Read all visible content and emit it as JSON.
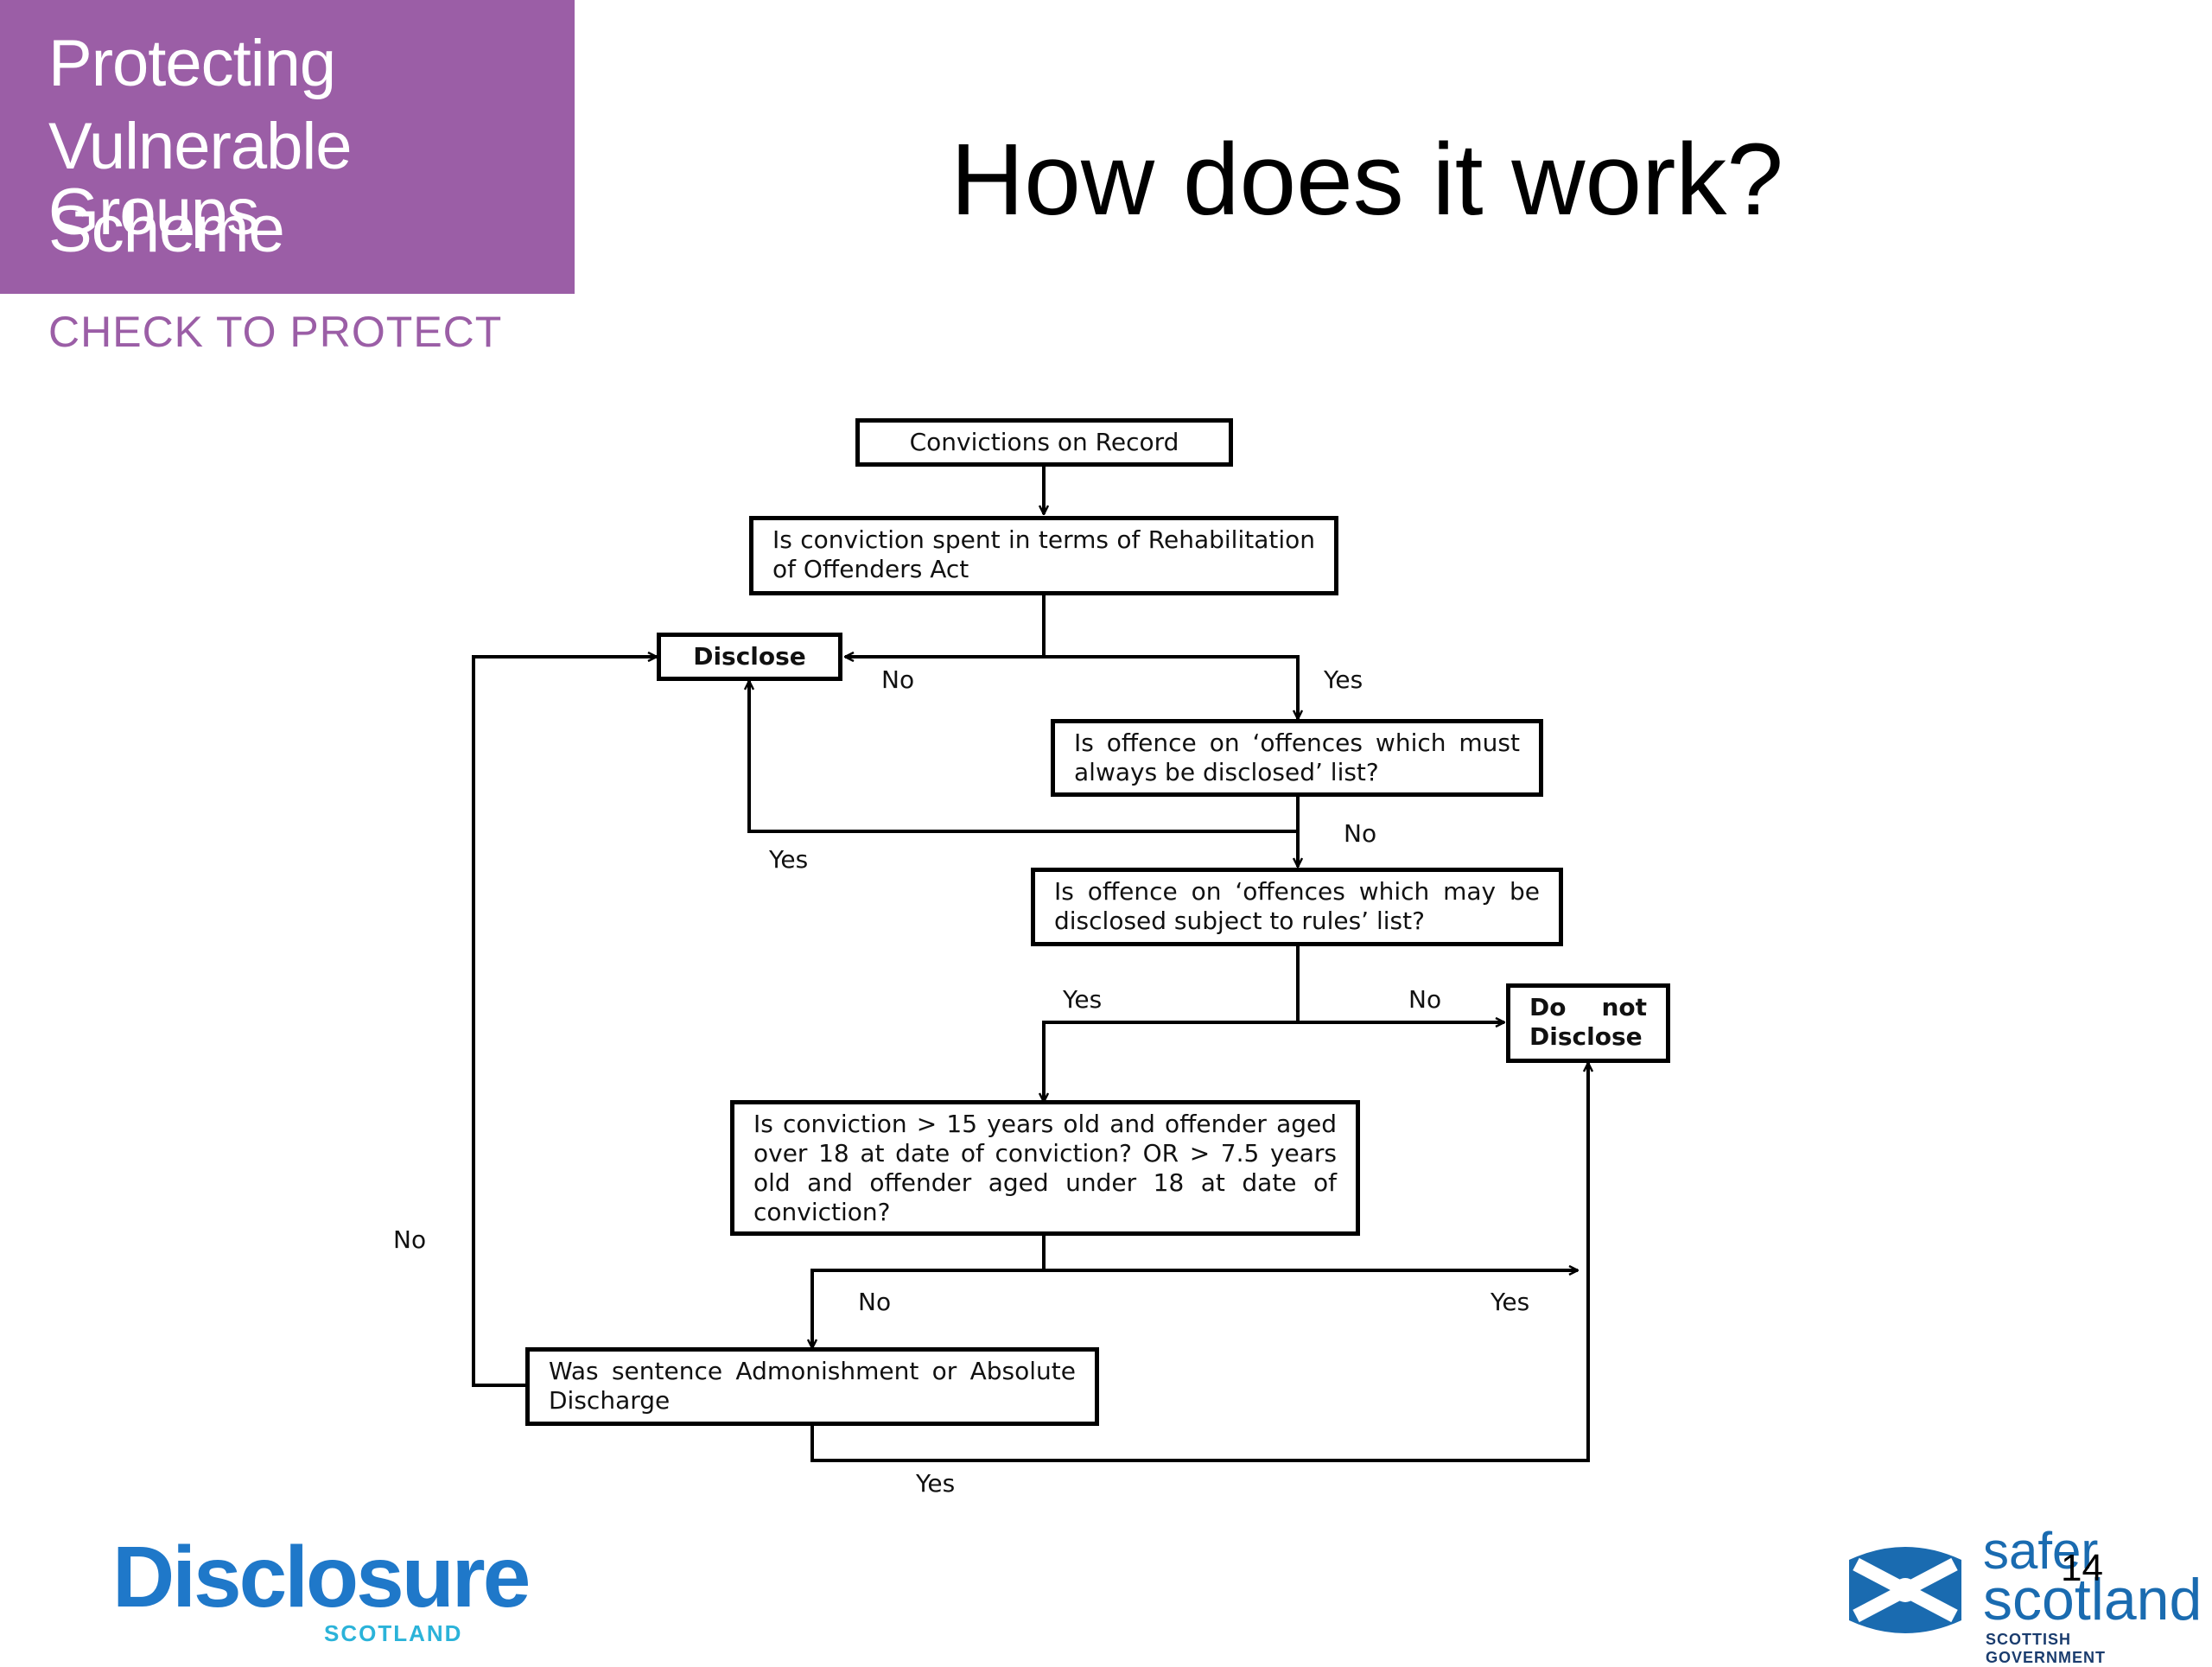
{
  "header": {
    "banner_lines": [
      "Protecting",
      "Vulnerable Groups",
      "Scheme"
    ],
    "tagline": "CHECK TO PROTECT",
    "title": "How does it work?"
  },
  "flowchart": {
    "nodes": {
      "convictions": "Convictions on Record",
      "spent": "Is conviction spent in terms of Rehabilitation of Offenders Act",
      "disclose": "Disclose",
      "always_list": "Is offence on ‘offences which must always be disclosed’ list?",
      "rules_list": "Is offence on ‘offences which may be disclosed subject to rules’ list?",
      "do_not_disclose": "Do not Disclose",
      "age_check": "Is conviction > 15 years old and offender aged over 18 at date of conviction? OR > 7.5 years old and offender aged under 18 at date of conviction?",
      "sentence": "Was sentence Admonishment or Absolute Discharge"
    },
    "edges": {
      "spent_no": "No",
      "spent_yes": "Yes",
      "always_yes": "Yes",
      "always_no": "No",
      "rules_yes": "Yes",
      "rules_no": "No",
      "age_no": "No",
      "age_yes": "Yes",
      "sentence_no": "No",
      "sentence_yes": "Yes"
    }
  },
  "footer": {
    "left_logo_name": "Disclosure",
    "left_logo_sub": "SCOTLAND",
    "right_logo_safer": "safer",
    "right_logo_scotland": "scotland",
    "right_logo_gov": "SCOTTISH GOVERNMENT",
    "slide_number": "14"
  },
  "colors": {
    "banner": "#9b5ea6",
    "disclosure_blue": "#1f78c9",
    "scotland_blue": "#1a6bb0"
  }
}
